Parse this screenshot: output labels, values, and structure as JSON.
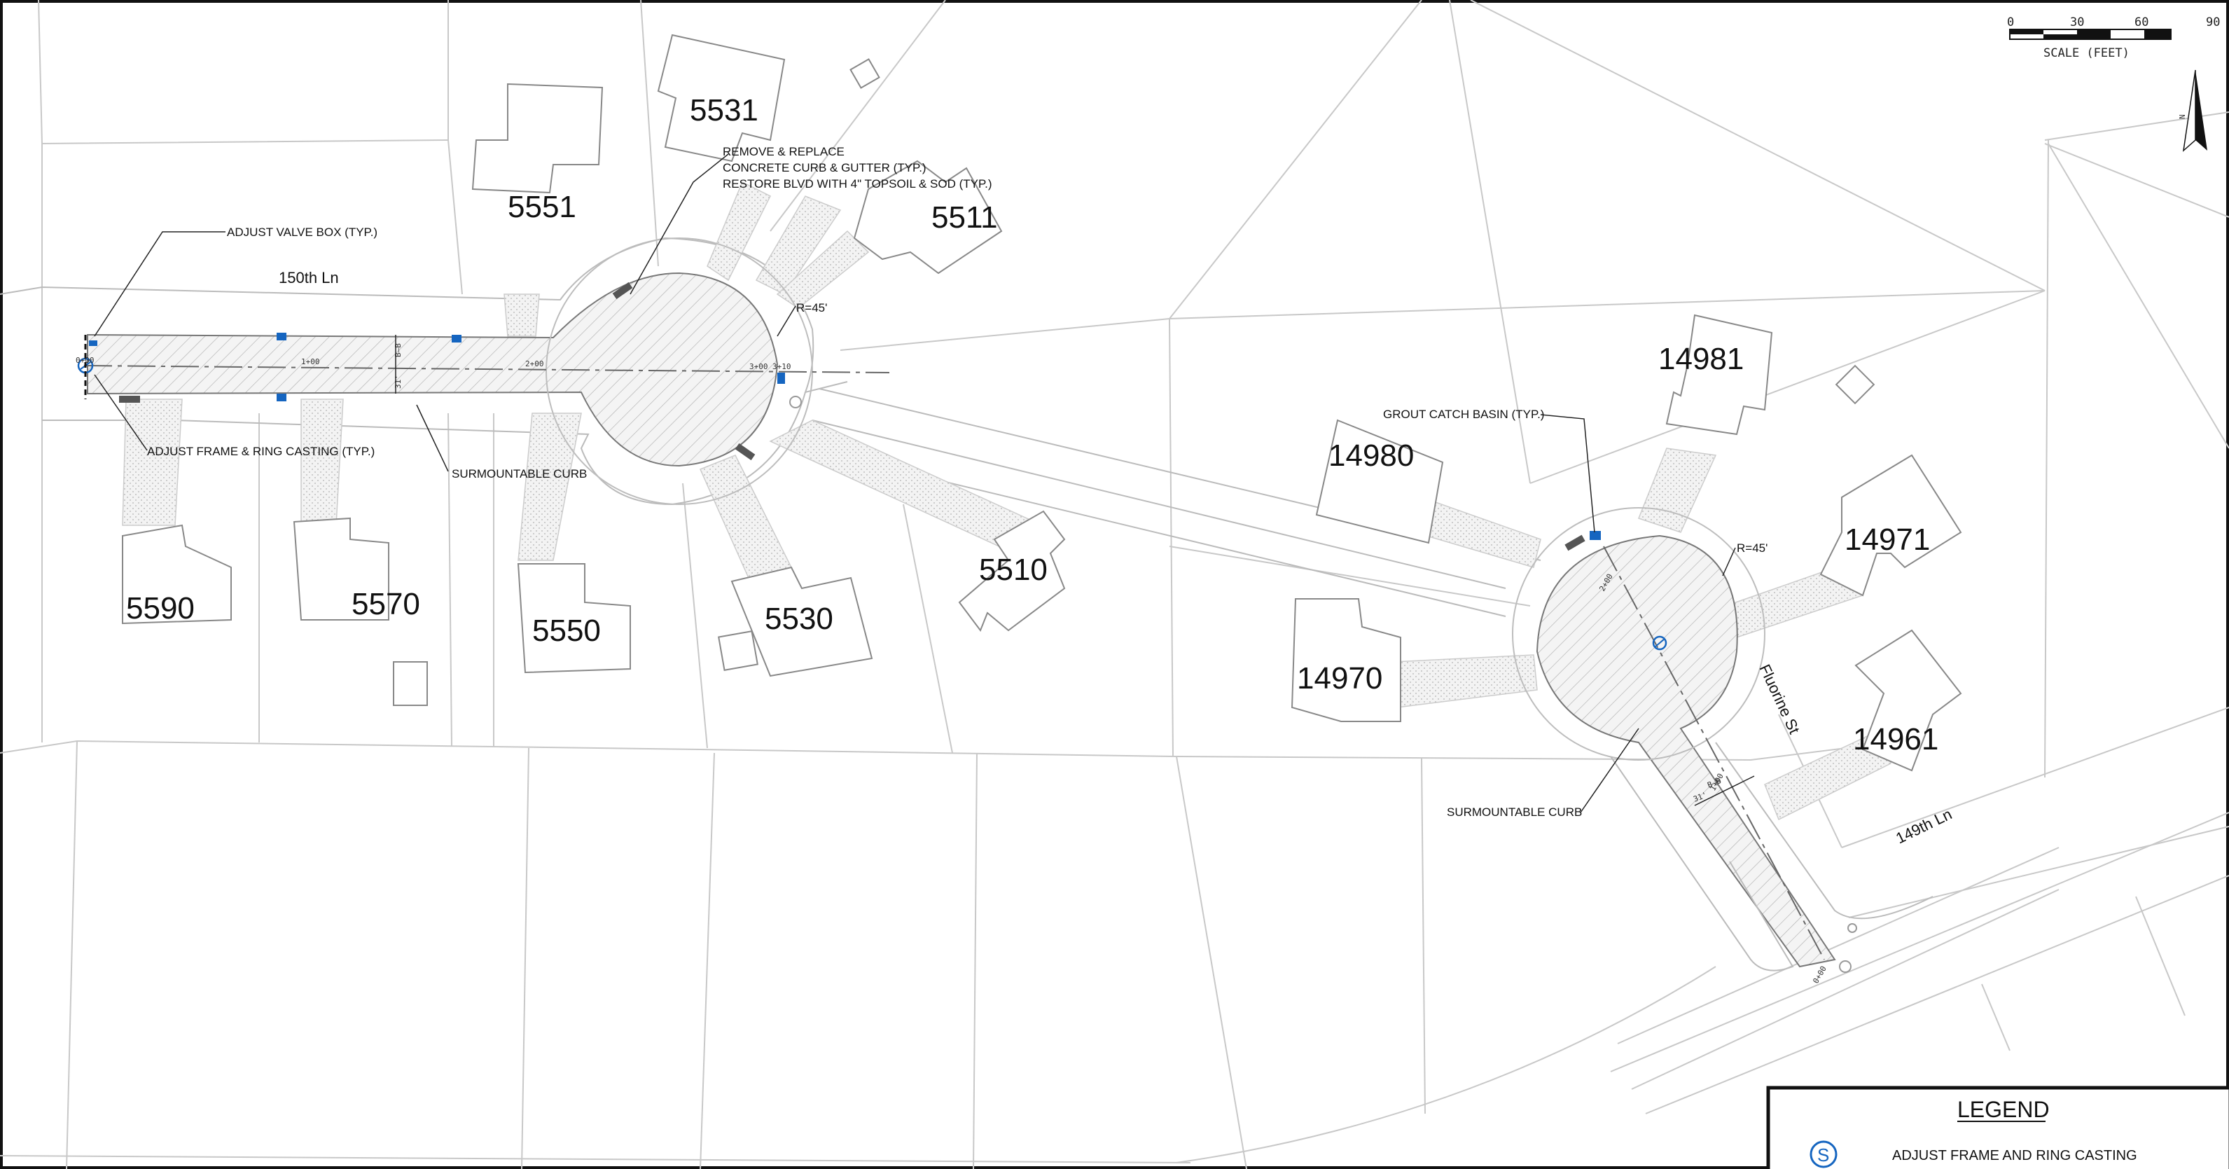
{
  "scale_bar": {
    "ticks": [
      "0",
      "30",
      "60",
      "90"
    ],
    "caption": "SCALE (FEET)"
  },
  "north_arrow": {
    "label": "N"
  },
  "streets": {
    "street_150th": "150th Ln",
    "street_149th": "149th Ln",
    "street_fluorine": "Fluorine St"
  },
  "lots": {
    "l5531": "5531",
    "l5551": "5551",
    "l5511": "5511",
    "l5590": "5590",
    "l5570": "5570",
    "l5550": "5550",
    "l5530": "5530",
    "l5510": "5510",
    "l14981": "14981",
    "l14980": "14980",
    "l14971": "14971",
    "l14970": "14970",
    "l14961": "14961"
  },
  "notes": {
    "remove_replace": "REMOVE & REPLACE",
    "curb_gutter": "CONCRETE CURB & GUTTER (TYP.)",
    "restore_blvd": "RESTORE BLVD WITH 4\" TOPSOIL & SOD (TYP.)",
    "adjust_valve": "ADJUST VALVE BOX (TYP.)",
    "adjust_frame": "ADJUST FRAME & RING CASTING (TYP.)",
    "surmountable_west": "SURMOUNTABLE CURB",
    "surmountable_east": "SURMOUNTABLE CURB",
    "grout_basin": "GROUT CATCH BASIN (TYP.)",
    "radius_west": "R=45'",
    "radius_east": "R=45'"
  },
  "stations": {
    "sta_0": "0+00",
    "sta_1": "1+00",
    "sta_2": "2+00",
    "sta_3": "3+00",
    "sta_310": "3+10",
    "width_w": "31'",
    "width_e": "31'",
    "section_w": "B—B",
    "section_e": "B—B",
    "e_sta_0": "0+00",
    "e_sta_1": "1+00",
    "e_sta_2": "2+00"
  },
  "legend": {
    "title": "LEGEND",
    "items": [
      {
        "icon": "sanitary-manhole-icon",
        "label": "ADJUST FRAME AND RING CASTING"
      }
    ]
  },
  "colors": {
    "accent_blue": "#1565c0",
    "linework": "#c8c8c8",
    "text": "#111111"
  }
}
